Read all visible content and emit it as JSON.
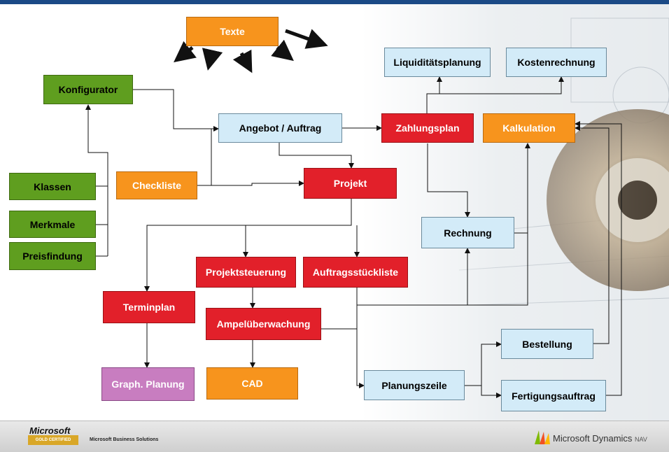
{
  "nodes": {
    "texte": "Texte",
    "konfigurator": "Konfigurator",
    "liquiditaet": "Liquiditätsplanung",
    "kostenrechnung": "Kostenrechnung",
    "angebot": "Angebot / Auftrag",
    "zahlungsplan": "Zahlungsplan",
    "kalkulation": "Kalkulation",
    "klassen": "Klassen",
    "checkliste": "Checkliste",
    "projekt": "Projekt",
    "merkmale": "Merkmale",
    "rechnung": "Rechnung",
    "preisfindung": "Preisfindung",
    "projektsteuerung": "Projektsteuerung",
    "auftragsstueckliste": "Auftragsstückliste",
    "terminplan": "Terminplan",
    "ampelueberwachung": "Ampelüberwachung",
    "bestellung": "Bestellung",
    "graph_planung": "Graph. Planung",
    "cad": "CAD",
    "planungszeile": "Planungszeile",
    "fertigungsauftrag": "Fertigungsauftrag"
  },
  "footer": {
    "microsoft": "Microsoft",
    "gold_certified": "GOLD CERTIFIED",
    "business_solutions": "Microsoft Business Solutions",
    "dynamics": "Microsoft Dynamics",
    "nav": "NAV"
  },
  "colors": {
    "green": "#5f9e1f",
    "orange": "#f7941d",
    "blue": "#d3ebf8",
    "red": "#e2202a",
    "pink": "#c87dc0",
    "header": "#1b4a86"
  }
}
